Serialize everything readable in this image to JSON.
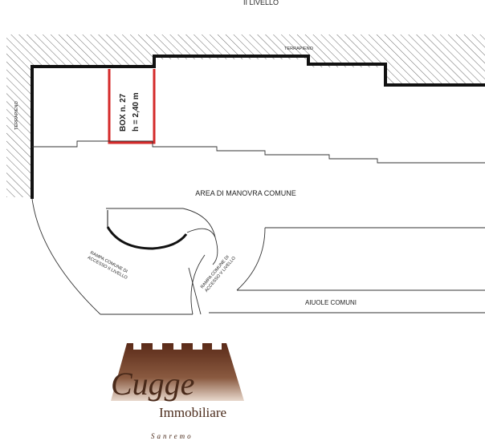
{
  "header": {
    "level_label": "II LIVELLO"
  },
  "plan": {
    "terrapieno_top": "TERRAPIENO",
    "terrapieno_left": "TERRAPIENO",
    "box_label": "BOX n. 27",
    "box_height": "h = 2,40 m",
    "maneuver_area": "AREA DI MANOVRA COMUNE",
    "ramp_left_line1": "RAMPA COMUNE DI",
    "ramp_left_line2": "ACCESSO II LIVELLO",
    "ramp_right_line1": "RAMPA COMUNE DI",
    "ramp_right_line2": "ACCESSO V LIVELLO",
    "aiuole": "AIUOLE COMUNI"
  },
  "logo": {
    "name": "Cugge",
    "subtitle": "Immobiliare",
    "city": "Sanremo"
  },
  "colors": {
    "wall": "#111111",
    "box_outline": "#d42a2a",
    "logo_brown": "#6b3a26",
    "logo_text": "#4a2a1a"
  }
}
